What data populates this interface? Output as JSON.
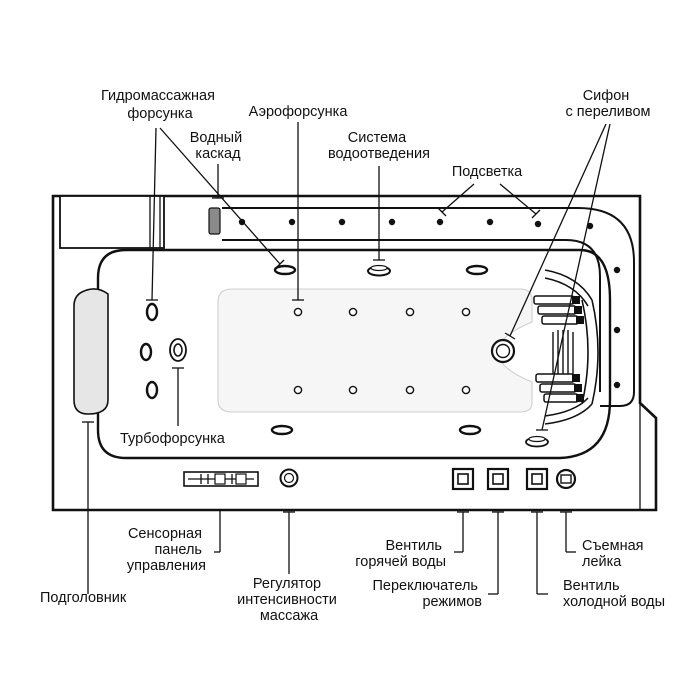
{
  "labels": {
    "hydro_nozzle": [
      "Гидромассажная",
      "форсунка"
    ],
    "air_nozzle": [
      "Аэрофорсунка"
    ],
    "waterfall": [
      "Водный",
      "каскад"
    ],
    "drain_system": [
      "Система",
      "водоотведения"
    ],
    "lighting": [
      "Подсветка"
    ],
    "siphon": [
      "Сифон",
      "с переливом"
    ],
    "turbo_nozzle": [
      "Турбофорсунка"
    ],
    "headrest": [
      "Подголовник"
    ],
    "sensor_panel": [
      "Сенсорная",
      "панель",
      "управления"
    ],
    "massage_regulator": [
      "Регулятор",
      "интенсивности",
      "массажа"
    ],
    "hot_valve": [
      "Вентиль",
      "горячей воды"
    ],
    "mode_switch": [
      "Переключатель",
      "режимов"
    ],
    "cold_valve": [
      "Вентиль",
      "холодной воды"
    ],
    "hand_shower": [
      "Съемная",
      "лейка"
    ]
  },
  "colors": {
    "line": "#111111",
    "headrest": "#e6e6e6",
    "inner_floor": "#f6f6f6",
    "waterfall": "#8a8a8a"
  }
}
